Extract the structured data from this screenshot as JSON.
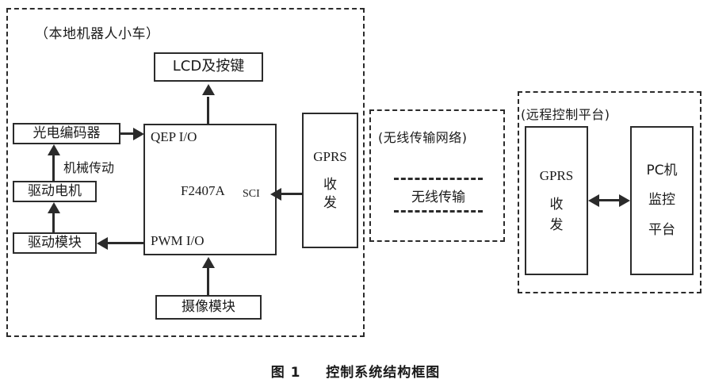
{
  "figure": {
    "caption_number": "图 1",
    "caption_title": "控制系统结构框图"
  },
  "regions": {
    "local_robot": {
      "label": "（本地机器人小车）"
    },
    "wireless_network": {
      "label": "(无线传输网络)",
      "channel_label": "无线传输"
    },
    "remote_platform": {
      "label": "(远程控制平台)"
    }
  },
  "local": {
    "lcd": "LCD及按键",
    "encoder": "光电编码器",
    "motor": "驱动电机",
    "driver_module": "驱动模块",
    "camera": "摄像模块",
    "mechanical_transmission": "机械传动",
    "mcu": {
      "chip": "F2407A",
      "port_qep": "QEP  I/O",
      "port_pwm": "PWM I/O",
      "port_sci": "SCI"
    },
    "gprs": {
      "line1": "GPRS",
      "line2": "收",
      "line3": "发"
    }
  },
  "remote": {
    "gprs": {
      "line1": "GPRS",
      "line2": "收",
      "line3": "发"
    },
    "pc": {
      "line1": "PC机",
      "line2": "监控",
      "line3": "平台"
    }
  },
  "colors": {
    "stroke": "#2b2b2b",
    "background": "#ffffff"
  }
}
